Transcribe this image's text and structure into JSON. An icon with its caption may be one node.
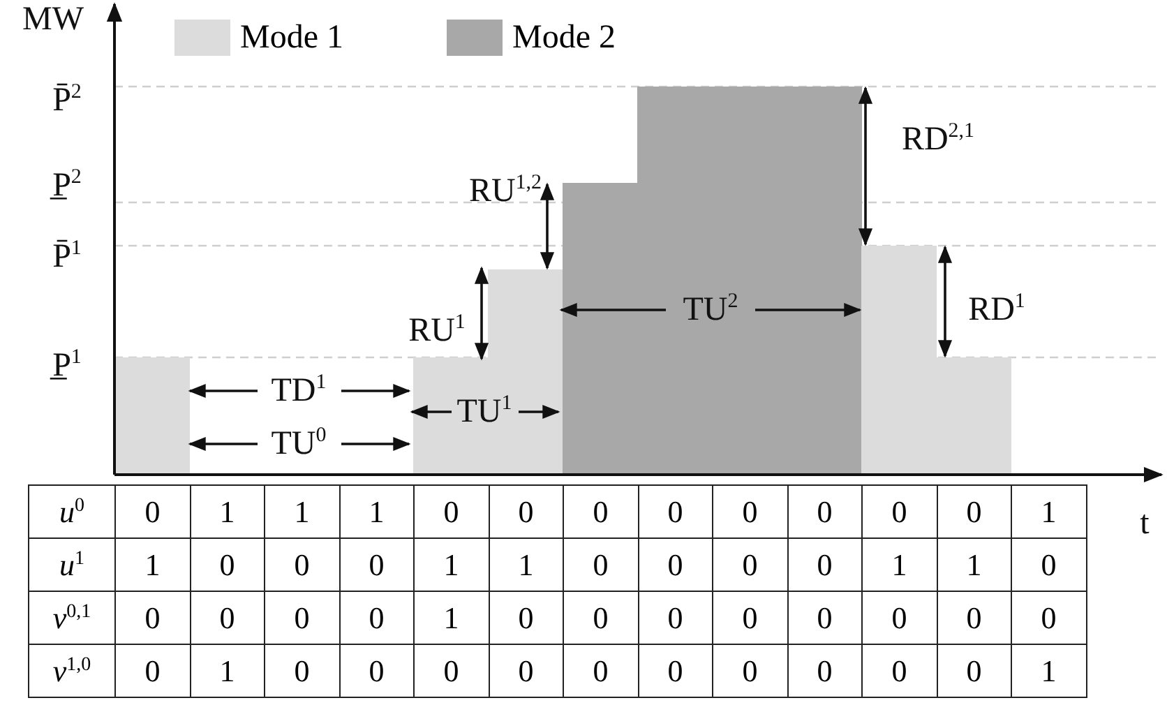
{
  "diagram": {
    "labels": [
      "MW",
      "P̄$^{2}$",
      "RD$^{2,1}$",
      "P̲$^{2}$",
      "RU$^{1,2}$",
      "P̄$^{1}$",
      "RU$^{1}$",
      "TU$^{2}$",
      "RD$^{1}$",
      "P̲$^{1}$",
      "TD$^{1}$",
      "TU$^{1}$",
      "TU$^{0}$",
      "t",
      "*u*$^{0}$",
      "0",
      "1",
      "1",
      "1",
      "0",
      "0",
      "0",
      "0",
      "0",
      "0",
      "0",
      "0",
      "1",
      "*u*$^{1}$",
      "1",
      "0",
      "0",
      "0",
      "1",
      "1",
      "0",
      "0",
      "0",
      "0",
      "1",
      "1",
      "0",
      "*v*$^{0,1}$",
      "0",
      "0",
      "0",
      "0",
      "1",
      "0",
      "0",
      "0",
      "0",
      "0",
      "0",
      "0",
      "0",
      "*v*$^{1,0}$",
      "0",
      "1",
      "0",
      "0",
      "0",
      "0",
      "0",
      "0",
      "0",
      "0",
      "0",
      "0",
      "1"
    ],
    "legend": [
      {
        "text": "Mode 1",
        "color": "#dcdcdc"
      },
      {
        "text": "Mode 2",
        "color": "#a8a8a8"
      }
    ]
  }
}
